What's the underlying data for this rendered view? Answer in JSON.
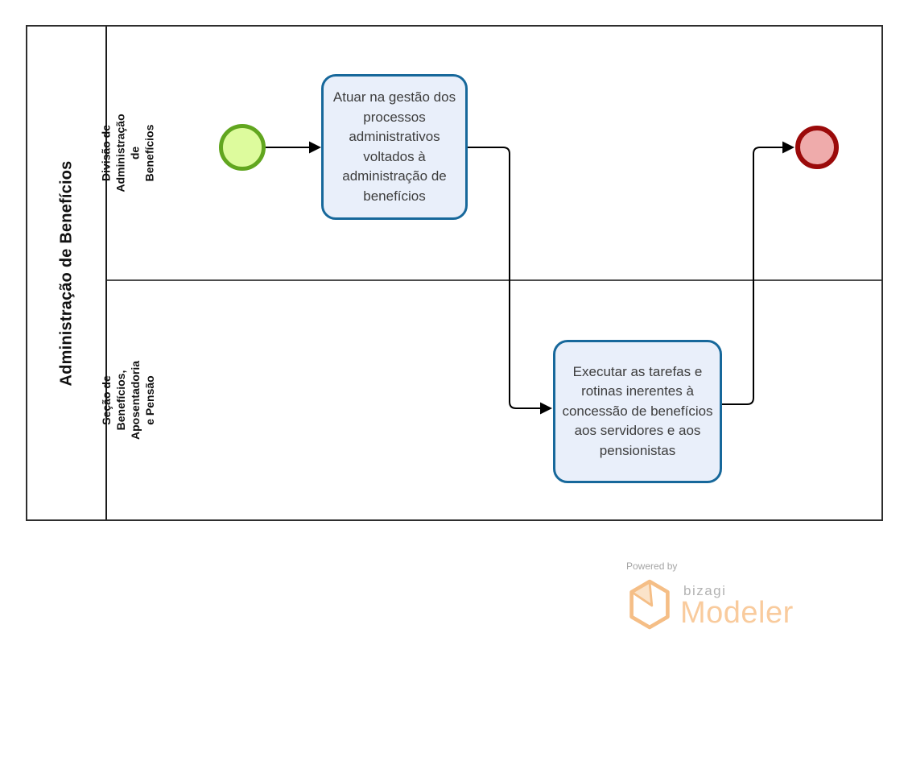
{
  "pool": {
    "title": "Administração de Benefícios"
  },
  "lanes": [
    {
      "label": "Divisão de Administração de\nBenefícios"
    },
    {
      "label": "Seção de Benefícios,\nAposentadoria e Pensão"
    }
  ],
  "tasks": [
    {
      "label": "Atuar na gestão dos processos administrativos voltados à administração de benefícios"
    },
    {
      "label": "Executar as tarefas e rotinas inerentes à concessão de benefícios aos servidores e aos pensionistas"
    }
  ],
  "events": [
    {
      "type": "start"
    },
    {
      "type": "end"
    }
  ],
  "branding": {
    "powered_by": "Powered by",
    "brand": "bizagi",
    "product": "Modeler"
  },
  "colors": {
    "task_border": "#17689b",
    "task_fill": "#e9effa",
    "start_border": "#61a61f",
    "start_fill": "#ddfb9d",
    "end_border": "#9b0a0a",
    "end_fill": "#efabab",
    "pool_border": "#2e2e2e",
    "lane_divider": "#4d4d4d",
    "flow_line": "#000000",
    "brand_peach": "#f9cb9d",
    "brand_gray": "#b3b3b3",
    "task_text": "#3d3d3d"
  }
}
